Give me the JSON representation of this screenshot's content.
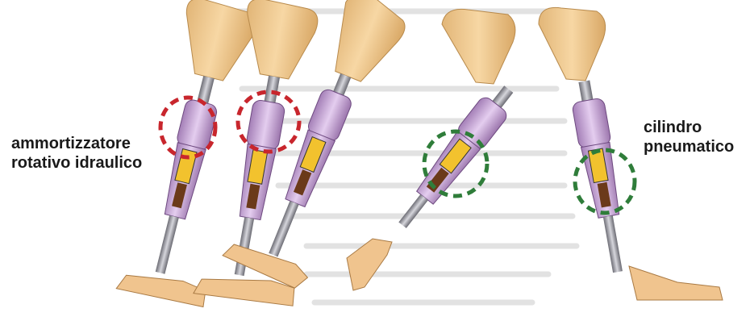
{
  "labels": {
    "left": [
      "ammortizzatore",
      "rotativo idraulico"
    ],
    "right": [
      "cilindro",
      "pneumatico"
    ]
  },
  "colors": {
    "highlight_red": "#c8262d",
    "highlight_green": "#2f7d3a",
    "socket": "#f2c98c",
    "knee": "#c9a6d8",
    "pylon": "#9a9aa2",
    "foot": "#f0c48e",
    "background_text": "#d6d6d6"
  },
  "prostheses": [
    {
      "pose": "heel-strike",
      "highlight": "red"
    },
    {
      "pose": "loading",
      "highlight": "red"
    },
    {
      "pose": "mid-stance",
      "highlight": "none"
    },
    {
      "pose": "swing-flexed",
      "highlight": "green"
    },
    {
      "pose": "terminal-swing",
      "highlight": "green"
    }
  ]
}
